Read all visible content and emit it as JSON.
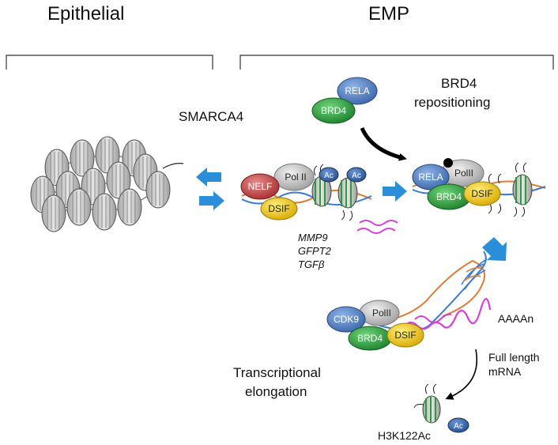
{
  "headings": {
    "left": "Epithelial",
    "right": "EMP"
  },
  "labels": {
    "smarca4": "SMARCA4",
    "brd4_repositioning_line1": "BRD4",
    "brd4_repositioning_line2": "repositioning",
    "genes": [
      "MMP9",
      "GFPT2",
      "TGFβ"
    ],
    "transcriptional_line1": "Transcriptional",
    "transcriptional_line2": "elongation",
    "full_length_line1": "Full length",
    "full_length_line2": "mRNA",
    "aaaan": "AAAAn",
    "h3k122ac": "H3K122Ac"
  },
  "proteins": {
    "rela": "RELA",
    "brd4": "BRD4",
    "nelf": "NELF",
    "pol_ii": "Pol II",
    "polii": "PolII",
    "dsif": "DSIF",
    "cdk9": "CDK9",
    "ac": "Ac"
  },
  "colors": {
    "rela": "#4a78b8",
    "brd4": "#2e9a3e",
    "nelf": "#c03a3a",
    "pol": "#c9c9c9",
    "dsif": "#e8c20c",
    "ac": "#3566b0",
    "arrow_blue": "#2a8fd8",
    "mrna": "#d63fd6"
  }
}
